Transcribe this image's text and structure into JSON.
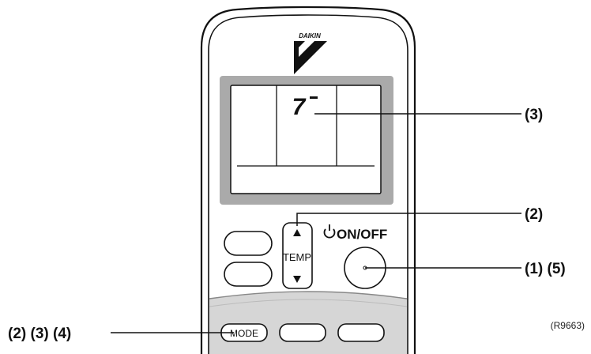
{
  "remote": {
    "brand": "DAIKIN",
    "display_digit": "7",
    "temp_label": "TEMP",
    "power_label": "ON/OFF",
    "mode_label": "MODE"
  },
  "callouts": {
    "display": "(3)",
    "temp": "(2)",
    "power": "(1) (5)",
    "mode": "(2) (3) (4)"
  },
  "figure_ref": "(R9663)",
  "colors": {
    "outline": "#111111",
    "display_frame": "#aaaaaa",
    "lower_panel": "#d6d6d6"
  }
}
